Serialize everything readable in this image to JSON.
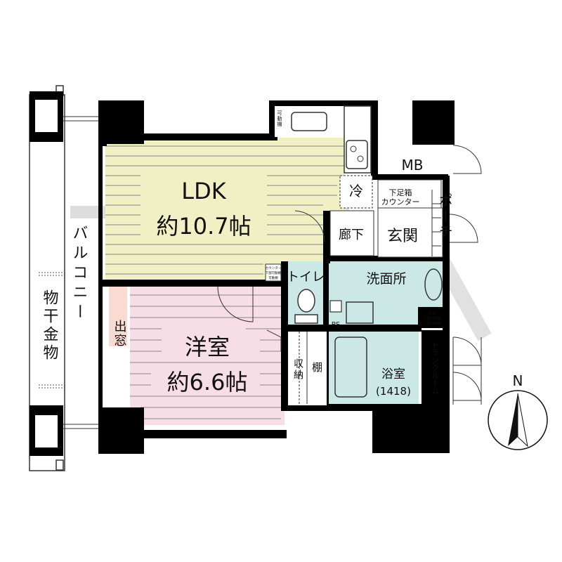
{
  "rooms": {
    "ldk_name": "LDK",
    "ldk_size": "約10.7帖",
    "western_name": "洋室",
    "western_size": "約6.6帖",
    "bath_name": "浴室",
    "bath_size": "(1418)",
    "washroom": "洗面所",
    "toilet": "トイレ",
    "hallway": "廊下",
    "entrance": "玄関",
    "mb": "MB",
    "ps": "PS"
  },
  "vertical": {
    "balcony": "バルコニー",
    "drying_rack": "物干金物",
    "bay_window": "出窓",
    "storage": "収納",
    "shelf": "棚",
    "porch": "ポーチ",
    "trunk_room": "トランクルーム"
  },
  "small_labels": {
    "fridge": "冷",
    "shoe_box_1": "下足箱",
    "shoe_box_2": "カウンター",
    "movable_shelf_1": "可",
    "movable_shelf_2": "動",
    "movable_shelf_3": "棚",
    "counter_1": "カウンター",
    "counter_2": "下部可動棚",
    "counter_3": "可動棚",
    "wash_storage_1": "収納",
    "wash_storage_2": "上部可動棚",
    "wash_storage_3": "下部可動棚"
  },
  "compass": {
    "north": "N"
  },
  "colors": {
    "ldk_fill": "#f1f0c4",
    "western_fill": "#f7dde6",
    "wet_fill": "#cbe8e6",
    "wall": "#000000"
  }
}
